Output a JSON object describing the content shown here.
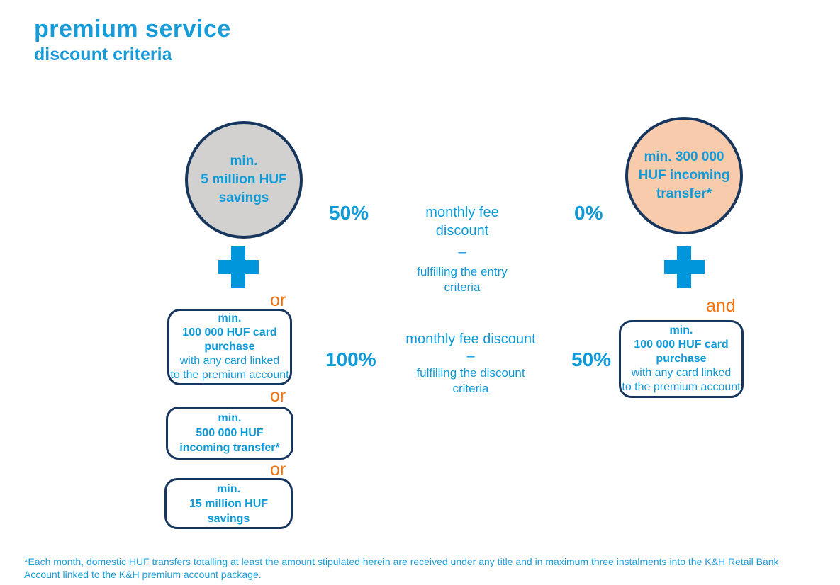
{
  "title": {
    "main": "premium service",
    "sub": "discount criteria"
  },
  "left": {
    "circle_lines": [
      "min.",
      "5 million HUF",
      "savings"
    ],
    "or_labels": [
      "or",
      "or",
      "or"
    ],
    "box1_lines": [
      "min.",
      "100 000 HUF card",
      "purchase",
      "with any card linked",
      "to the premium account"
    ],
    "box2_lines": [
      "min.",
      "500 000 HUF",
      "incoming transfer*"
    ],
    "box3_lines": [
      "min.",
      "15 million HUF",
      "savings"
    ]
  },
  "middle": {
    "entry": {
      "pct_left": "50%",
      "pct_right": "0%",
      "line1": "monthly fee",
      "line2": "discount",
      "dash": "–",
      "line3": "fulfilling the entry",
      "line4": "criteria"
    },
    "discount": {
      "pct_left": "100%",
      "pct_right": "50%",
      "line1": "monthly fee discount",
      "dash": "–",
      "line2": "fulfilling the discount",
      "line3": "criteria"
    }
  },
  "right": {
    "circle_lines": [
      "min. 300 000",
      "HUF incoming",
      "transfer*"
    ],
    "and_label": "and",
    "box_lines": [
      "min.",
      "100 000 HUF card",
      "purchase",
      "with any card linked",
      "to the premium account"
    ]
  },
  "footnote": "*Each month, domestic HUF transfers totalling at least the amount stipulated herein are received under any title and in maximum three instalments into the K&H Retail Bank Account linked to the K&H premium account package.",
  "colors": {
    "title_blue": "#189CD9",
    "body_blue": "#0E9AD8",
    "navy_border": "#17365D",
    "plus_blue": "#0096DC",
    "orange": "#F4730E",
    "gray_fill": "#D2D1D0",
    "peach_fill": "#F8CBAD"
  }
}
